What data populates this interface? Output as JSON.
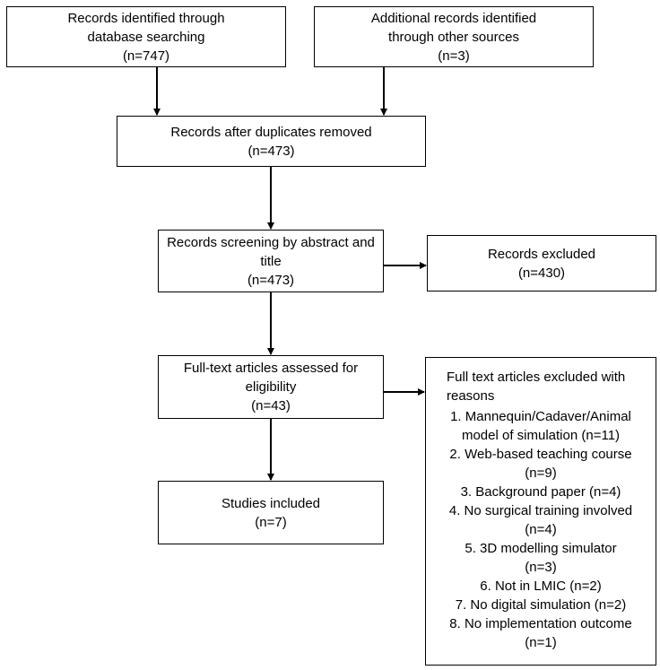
{
  "boxes": {
    "identified_db": {
      "lines": [
        "Records identified through",
        "database searching",
        "(n=747)"
      ]
    },
    "identified_other": {
      "lines": [
        "Additional records identified",
        "through other sources",
        "(n=3)"
      ]
    },
    "after_duplicates": {
      "lines": [
        "Records after duplicates removed",
        "(n=473)"
      ]
    },
    "screening": {
      "lines": [
        "Records screening by abstract and",
        "title",
        "(n=473)"
      ]
    },
    "excluded": {
      "lines": [
        "Records excluded",
        "(n=430)"
      ]
    },
    "fulltext": {
      "lines": [
        "Full-text articles assessed for",
        "eligibility",
        "(n=43)"
      ]
    },
    "included": {
      "lines": [
        "Studies included",
        "(n=7)"
      ]
    },
    "fulltext_excluded": {
      "heading": [
        "Full text articles excluded with",
        "reasons"
      ],
      "reasons": [
        [
          "1.   Mannequin/Cadaver/Animal",
          "model of simulation (n=11)"
        ],
        [
          "2.   Web-based teaching course",
          "(n=9)"
        ],
        [
          "3.   Background paper (n=4)"
        ],
        [
          "4.   No surgical training involved",
          "(n=4)"
        ],
        [
          "5.   3D modelling simulator",
          "(n=3)"
        ],
        [
          "6.   Not in LMIC (n=2)"
        ],
        [
          "7.   No digital simulation (n=2)"
        ],
        [
          "8.   No implementation outcome",
          "(n=1)"
        ]
      ]
    }
  }
}
